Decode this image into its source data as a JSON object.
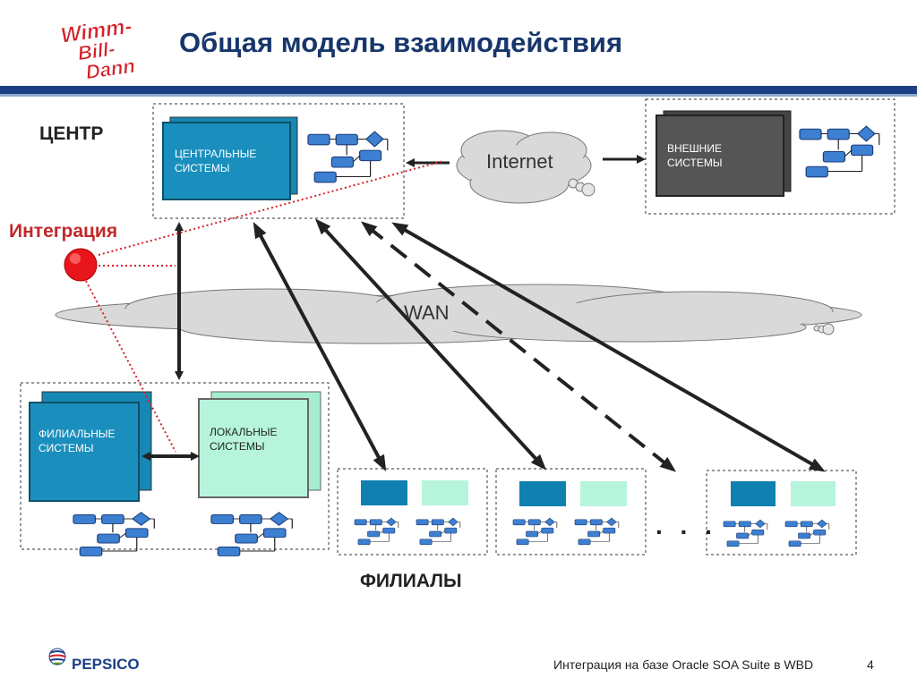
{
  "slide": {
    "title": "Общая модель взаимодействия",
    "page_number": "4",
    "footer": "Интеграция на базе Oracle SOA Suite в WBD"
  },
  "logos": {
    "top_left": "Wimm-Bill-Dann",
    "bottom_left": "PEPSICO"
  },
  "labels": {
    "center": "ЦЕНТР",
    "integration": "Интеграция",
    "branches": "ФИЛИАЛЫ",
    "ellipsis": ". . .",
    "internet": "Internet",
    "wan": "WAN"
  },
  "systems": {
    "central": "ЦЕНТРАЛЬНЫЕ\nСИСТЕМЫ",
    "external": "ВНЕШНИЕ\nСИСТЕМЫ",
    "branch": "ФИЛИАЛЬНЫЕ\nСИСТЕМЫ",
    "local": "ЛОКАЛЬНЫЕ\nСИСТЕМЫ"
  },
  "colors": {
    "title": "#17366b",
    "central_box": "#1a8fbd",
    "external_box": "#555555",
    "local_box": "#b6f5dc",
    "integration": "#c0292b",
    "flow_block": "#3d7fd1"
  }
}
